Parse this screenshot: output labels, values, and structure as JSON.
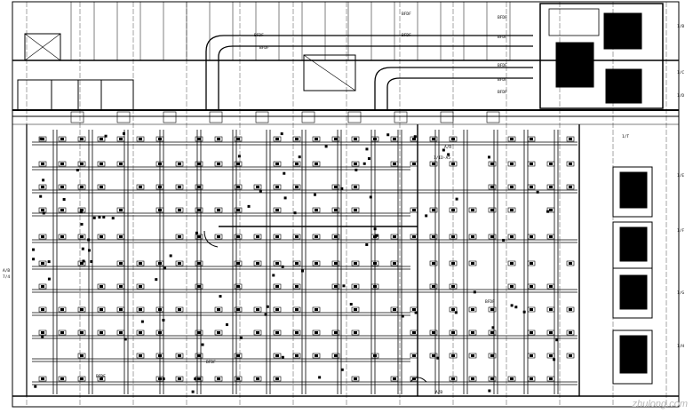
{
  "drawing": {
    "duct_tags": [
      "BFDF",
      "BFDF",
      "BFDF",
      "BFDF",
      "BFDF",
      "BFDF",
      "BFDF",
      "BFDF",
      "BFDF",
      "BFDF",
      "BFDF",
      "BFDF"
    ],
    "left_axis_tags": [
      "A/B",
      "7/4"
    ],
    "right_axis_tags": [
      "1/B",
      "1/C",
      "1/D",
      "1/E",
      "1/F",
      "1/G",
      "1/H"
    ],
    "room_callouts": [
      "A/R",
      "1/ID-A5",
      "A/B",
      "1/T"
    ],
    "watermark": "zhulong.com",
    "colors": {
      "ink": "#000000",
      "paper": "#ffffff",
      "watermark": "#b9b9b9"
    }
  }
}
